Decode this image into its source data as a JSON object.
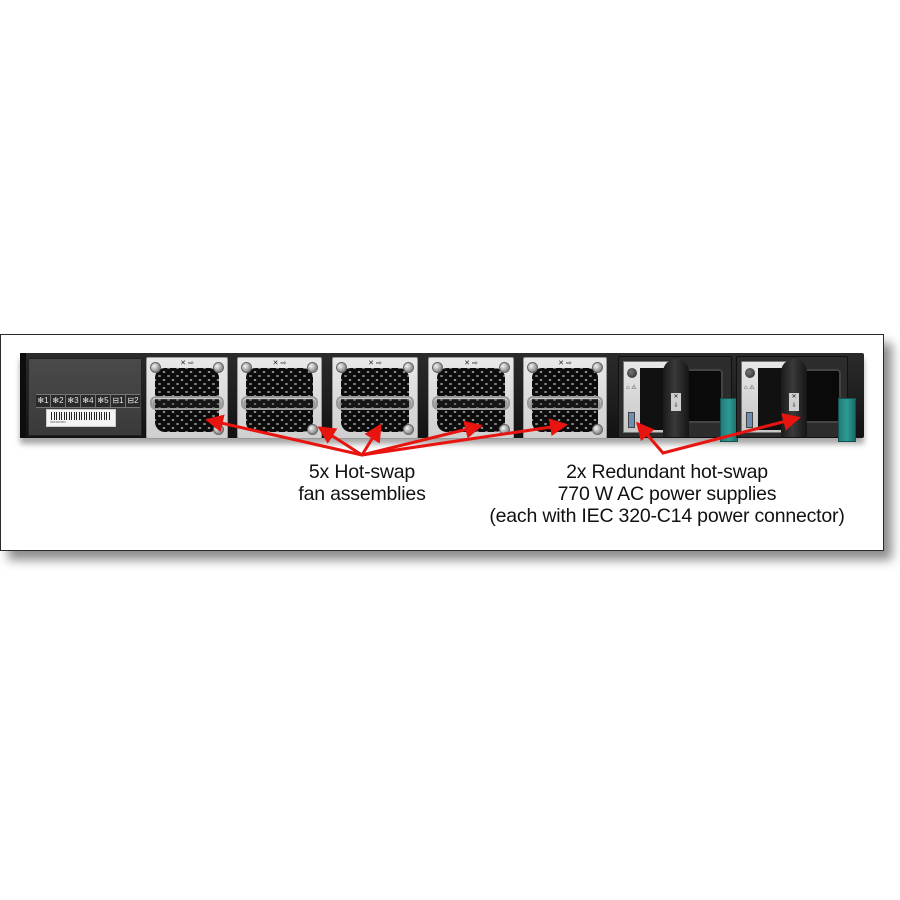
{
  "figure": {
    "subject": "Network switch rear panel",
    "status_panel": {
      "led_labels": [
        "✻1",
        "✻2",
        "✻3",
        "✻4",
        "✻5",
        "⊟1",
        "⊟2"
      ],
      "barcode_text": "IIIIIIIIIIIIIIIIIII"
    },
    "fan_modules": [
      {
        "label": "✕ ⇨"
      },
      {
        "label": "✕ ⇨"
      },
      {
        "label": "✕ ⇨"
      },
      {
        "label": "✕ ⇨"
      },
      {
        "label": "✕ ⇨"
      }
    ],
    "power_supplies": [
      {
        "warning": "⌂ ⚠",
        "tag": "✕ ⇩"
      },
      {
        "warning": "⌂ ⚠",
        "tag": "✕ ⇩"
      }
    ],
    "annotations": {
      "arrow_color": "#e8140f",
      "fans": {
        "line1": "5x Hot-swap",
        "line2": "fan assemblies"
      },
      "power": {
        "line1": "2x Redundant hot-swap",
        "line2": "770 W AC power supplies",
        "line3": "(each with IEC 320-C14 power connector)"
      }
    },
    "colors": {
      "background": "#ffffff",
      "chassis": "#1e1e1e",
      "latch": "#2a8d88",
      "frame_border": "#2a2a2a"
    }
  }
}
